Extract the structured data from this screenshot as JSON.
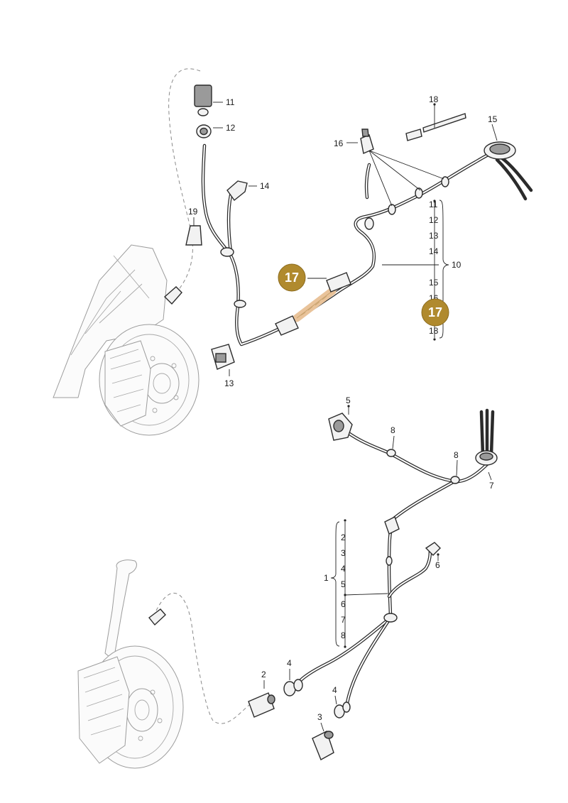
{
  "callouts": {
    "c1": "1",
    "c2": "2",
    "c2b": "2",
    "c3": "3",
    "c3b": "3",
    "c4": "4",
    "c4b": "4",
    "c4c": "4",
    "c5": "5",
    "c5b": "5",
    "c6": "6",
    "c6b": "6",
    "c7": "7",
    "c7b": "7",
    "c8": "8",
    "c8b": "8",
    "c8c": "8",
    "c10": "10",
    "c11": "11",
    "c11b": "11",
    "c12": "12",
    "c12b": "12",
    "c13": "13",
    "c13b": "13",
    "c14": "14",
    "c14b": "14",
    "c15": "15",
    "c15b": "15",
    "c16": "16",
    "c16b": "16",
    "c18": "18",
    "c18b": "18",
    "c19": "19"
  },
  "highlight": {
    "label": "17",
    "color": "#b08a2e",
    "highlight_color": "#e9c39a"
  }
}
